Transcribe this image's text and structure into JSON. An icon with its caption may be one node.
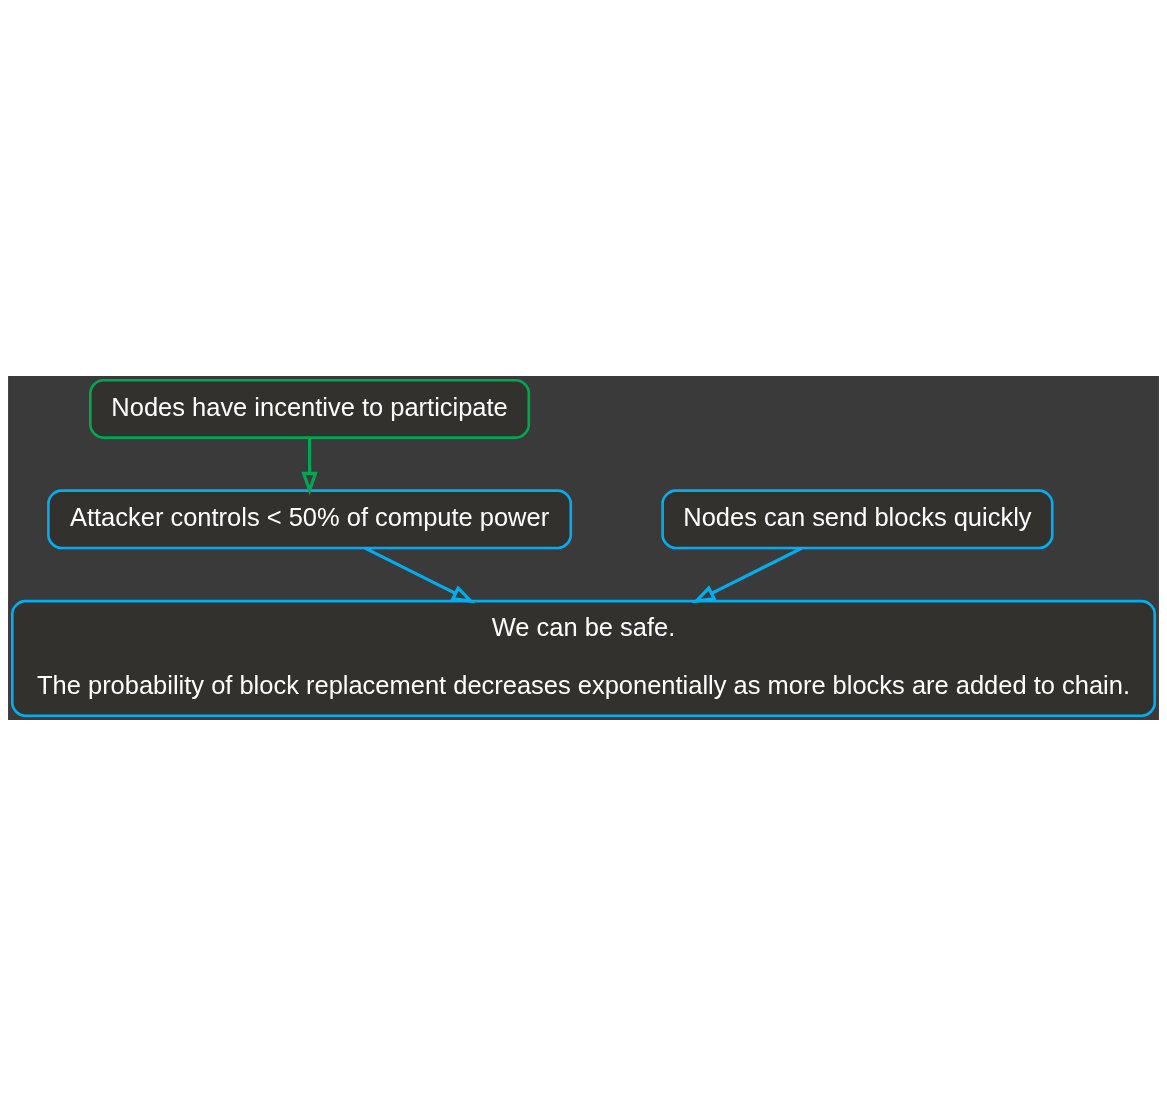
{
  "diagram": {
    "nodes": [
      {
        "text": [
          "Nodes have incentive to participate"
        ]
      },
      {
        "text": [
          "Nodes can send blocks quickly"
        ]
      },
      {
        "text": [
          "Attacker controls < 50% of compute power"
        ]
      },
      {
        "text": [
          "We can be safe.",
          "The probability of block replacement decreases exponentially as more blocks are added to chain."
        ]
      }
    ],
    "edges": [
      {
        "from": 0,
        "to": 2,
        "arrow": "to",
        "color": "#00a651"
      },
      {
        "from": 1,
        "to": 3,
        "arrow": "to"
      },
      {
        "from": 2,
        "to": 3,
        "arrow": "to"
      }
    ]
  }
}
